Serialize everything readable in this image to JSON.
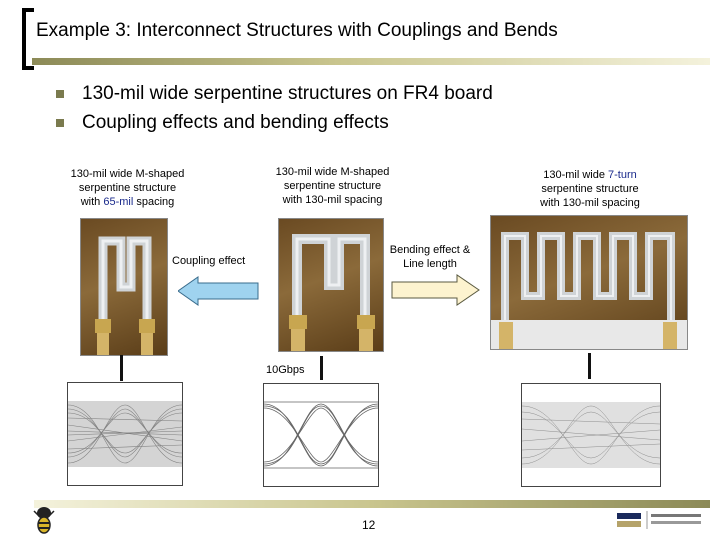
{
  "title": "Example 3: Interconnect Structures with Couplings and Bends",
  "bullets": [
    "130-mil wide serpentine structures on FR4 board",
    "Coupling effects and bending effects"
  ],
  "captions": {
    "left": {
      "line1": "130-mil wide M-shaped",
      "line2": "serpentine structure",
      "line3_pre": "with ",
      "line3_hl": "65-mil",
      "line3_post": " spacing"
    },
    "middle": {
      "line1": "130-mil wide M-shaped",
      "line2": "serpentine structure",
      "line3": "with 130-mil spacing"
    },
    "right": {
      "line1_pre": "130-mil wide ",
      "line1_hl": "7-turn",
      "line2": "serpentine structure",
      "line3": "with 130-mil spacing"
    }
  },
  "arrows": {
    "coupling": "Coupling effect",
    "bending_line1": "Bending effect &",
    "bending_line2": "Line length"
  },
  "rate_label": "10Gbps",
  "page_number": "12",
  "colors": {
    "highlight": "#1a2a8c",
    "arrow_left": "#9fd3ef",
    "arrow_right": "#fdf3cf",
    "rule": "#c9c58e"
  },
  "icons": [
    "yellow-jacket-mascot-icon",
    "georgia-tech-logo"
  ]
}
